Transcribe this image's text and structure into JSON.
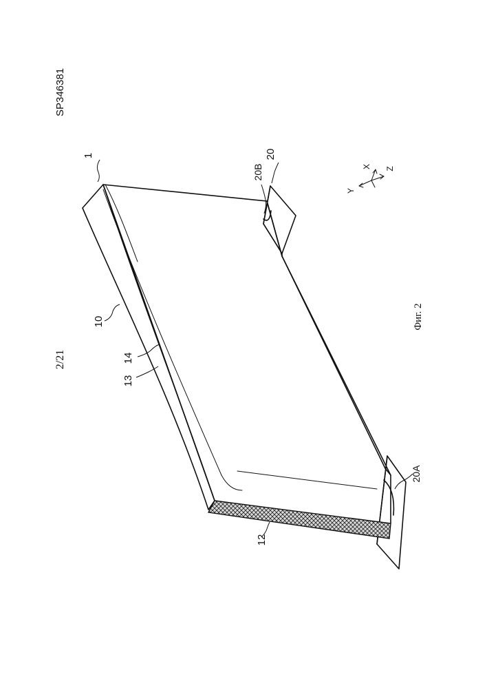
{
  "sheet": {
    "doc_number": "SP346381",
    "page_number": "2/21",
    "figure_caption": "Фиг. 2"
  },
  "labels": {
    "ref_1": "1",
    "ref_10": "10",
    "ref_12": "12",
    "ref_13": "13",
    "ref_14": "14",
    "ref_20": "20",
    "ref_20A": "20A",
    "ref_20B": "20B"
  },
  "axes": {
    "x": "X",
    "y": "Y",
    "z": "Z"
  }
}
